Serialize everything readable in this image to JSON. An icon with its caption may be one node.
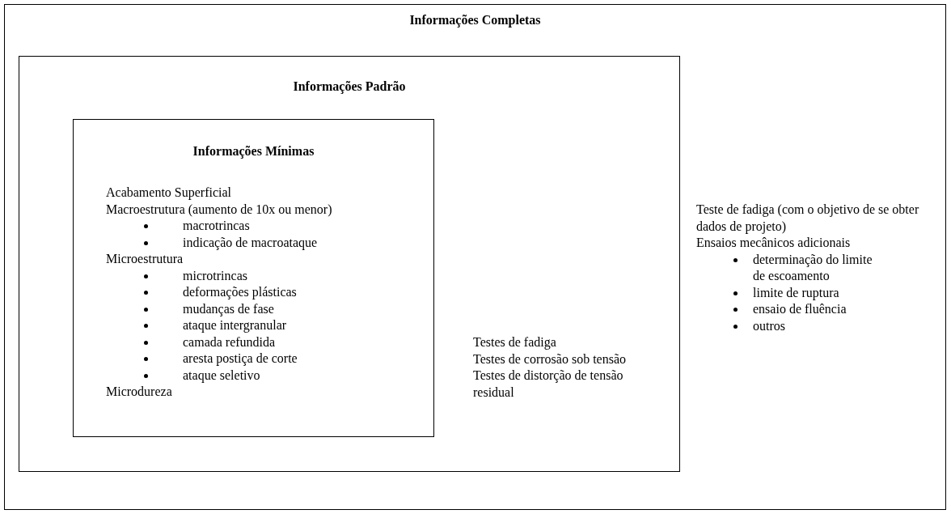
{
  "diagram": {
    "nodes": [
      {
        "text": [
          "Informações Completas",
          "Teste de fadiga (com o objetivo de se obter dados de projeto)",
          "Ensaios mecânicos adicionais",
          "determinação do limite de escoamento",
          "limite de ruptura",
          "ensaio de fluência",
          "outros"
        ]
      },
      {
        "text": [
          "Informações Padrão",
          "Testes de fadiga",
          "Testes de corrosão sob tensão",
          "Testes de distorção de tensão residual"
        ],
        "in": 0
      },
      {
        "text": [
          "Informações Mínimas",
          "Acabamento Superficial",
          "Macroestrutura (aumento de 10x ou menor)",
          "macrotrincas",
          "indicação de macroataque",
          "Microestrutura",
          "microtrincas",
          "deformações plásticas",
          "mudanças de fase",
          "ataque intergranular",
          "camada refundida",
          "aresta postiça de corte",
          "ataque seletivo",
          "Microdureza"
        ],
        "in": 1
      }
    ]
  }
}
